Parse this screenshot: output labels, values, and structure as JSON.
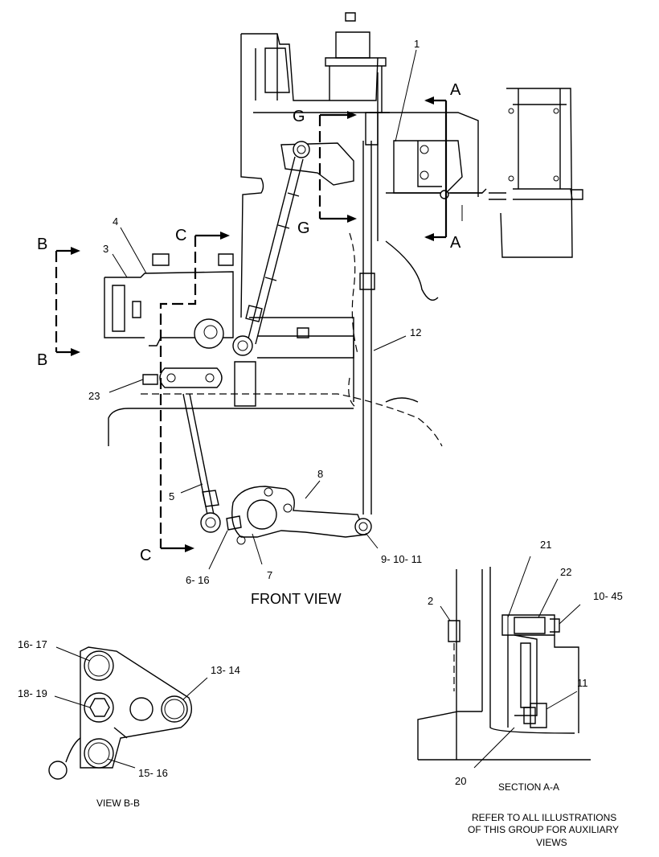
{
  "callouts": {
    "c1": "1",
    "c2": "2",
    "c3": "3",
    "c4": "4",
    "c5": "5",
    "c7": "7",
    "c8": "8",
    "c11": "11",
    "c12": "12",
    "c20": "20",
    "c21": "21",
    "c22": "22",
    "c23": "23",
    "c6_16": "6- 16",
    "c9_10_11": "9- 10- 11",
    "c10_45": "10- 45",
    "c16_17": "16- 17",
    "c18_19": "18- 19",
    "c13_14": "13- 14",
    "c15_16": "15- 16"
  },
  "section_markers": {
    "a_top": "A",
    "a_bottom": "A",
    "b_top": "B",
    "b_bottom": "B",
    "c_top": "C",
    "c_bottom": "C",
    "g_top": "G",
    "g_bottom": "G"
  },
  "titles": {
    "front_view": "FRONT VIEW",
    "view_bb": "VIEW B-B",
    "section_aa": "SECTION A-A"
  },
  "note": {
    "line1": "REFER TO ALL ILLUSTRATIONS",
    "line2": "OF THIS GROUP FOR AUXILIARY",
    "line3": "VIEWS"
  }
}
